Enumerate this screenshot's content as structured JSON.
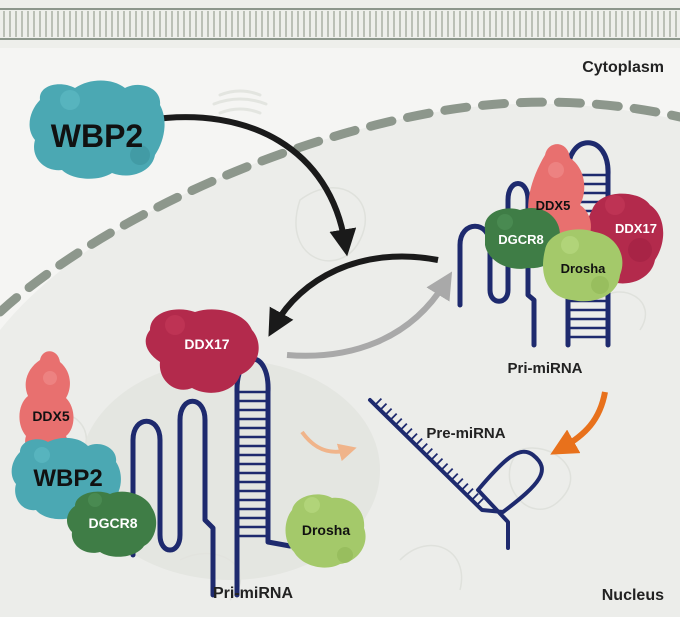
{
  "regions": {
    "cytoplasm": "Cytoplasm",
    "nucleus": "Nucleus"
  },
  "proteins": {
    "wbp2_top": "WBP2",
    "wbp2_bottom": "WBP2",
    "ddx5_left": "DDX5",
    "ddx5_right": "DDX5",
    "ddx17_left": "DDX17",
    "ddx17_right": "DDX17",
    "dgcr8_left": "DGCR8",
    "dgcr8_right": "DGCR8",
    "drosha_left": "Drosha",
    "drosha_right": "Drosha"
  },
  "rna": {
    "pri_left": "Pri-miRNA",
    "pri_right": "Pri-miRNA",
    "pre": "Pre-miRNA"
  },
  "colors": {
    "wbp2": "#4ba8b3",
    "ddx5": "#e8706f",
    "ddx17": "#b32a4c",
    "dgcr8": "#3f7d46",
    "drosha": "#a4c96a",
    "rna": "#1e2a6e",
    "arrow_black": "#1a1a1a",
    "arrow_gray": "#a9a9a9",
    "arrow_orange": "#e8711c",
    "membrane": "#8d978c",
    "background": "#f5f5f3"
  }
}
